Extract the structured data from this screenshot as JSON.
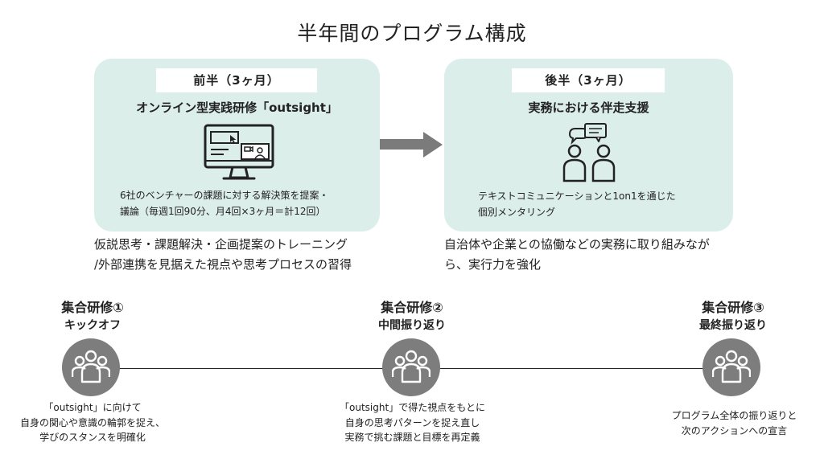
{
  "title": "半年間のプログラム構成",
  "phase1": {
    "tag": "前半（3ヶ月）",
    "title": "オンライン型実践研修「outsight」",
    "icon": "monitor-video-call-icon",
    "desc_line1": "6社のベンチャーの課題に対する解決策を提案・",
    "desc_line2": "議論（毎週1回90分、月4回×3ヶ月＝計12回）",
    "sub_line1": "仮説思考・課題解決・企画提案のトレーニング",
    "sub_line2": "/外部連携を見据えた視点や思考プロセスの習得"
  },
  "phase2": {
    "tag": "後半（3ヶ月）",
    "title": "実務における伴走支援",
    "icon": "people-chat-icon",
    "desc_line1": "テキストコミュニケーションと1on1を通じた",
    "desc_line2": "個別メンタリング",
    "sub_line1": "自治体や企業との協働などの実務に取り組みなが",
    "sub_line2": "ら、実行力を強化"
  },
  "sessions": [
    {
      "name": "集合研修①",
      "subtitle": "キックオフ",
      "icon": "group-icon",
      "desc": [
        "「outsight」に向けて",
        "自身の関心や意識の輪郭を捉え、",
        "学びのスタンスを明確化"
      ]
    },
    {
      "name": "集合研修②",
      "subtitle": "中間振り返り",
      "icon": "group-icon",
      "desc": [
        "「outsight」で得た視点をもとに",
        "自身の思考パターンを捉え直し",
        "実務で挑む課題と目標を再定義"
      ]
    },
    {
      "name": "集合研修③",
      "subtitle": "最終振り返り",
      "icon": "group-icon",
      "desc": [
        "プログラム全体の振り返りと",
        "次のアクションへの宣言"
      ]
    }
  ],
  "colors": {
    "panel": "#dceee9",
    "node": "#7d7d7d",
    "arrow": "#7b7b7b",
    "text": "#222222"
  }
}
